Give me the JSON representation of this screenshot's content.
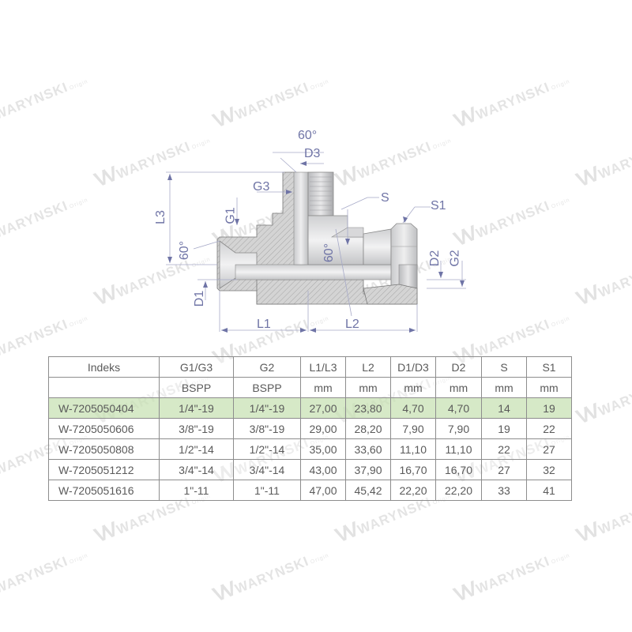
{
  "brand": {
    "watermark_text": "WARYNSKI",
    "watermark_sub": "Origin",
    "highlight_color": "#cfe5bd",
    "dimension_color": "#6f74a6"
  },
  "drawing": {
    "labels": {
      "angle_top": "60°",
      "d3": "D3",
      "g3": "G3",
      "l3": "L3",
      "g1": "G1",
      "angle_left": "60°",
      "d1": "D1",
      "angle_mid": "60°",
      "s": "S",
      "s1": "S1",
      "d2": "D2",
      "g2": "G2",
      "l1": "L1",
      "l2": "L2"
    }
  },
  "table": {
    "headers": [
      "Indeks",
      "G1/G3",
      "G2",
      "L1/L3",
      "L2",
      "D1/D3",
      "D2",
      "S",
      "S1"
    ],
    "units": [
      "",
      "BSPP",
      "BSPP",
      "mm",
      "mm",
      "mm",
      "mm",
      "mm",
      "mm"
    ],
    "highlighted_row": 0,
    "rows": [
      [
        "W-7205050404",
        "1/4\"-19",
        "1/4\"-19",
        "27,00",
        "23,80",
        "4,70",
        "4,70",
        "14",
        "19"
      ],
      [
        "W-7205050606",
        "3/8\"-19",
        "3/8\"-19",
        "29,00",
        "28,20",
        "7,90",
        "7,90",
        "19",
        "22"
      ],
      [
        "W-7205050808",
        "1/2\"-14",
        "1/2\"-14",
        "35,00",
        "33,60",
        "11,10",
        "11,10",
        "22",
        "27"
      ],
      [
        "W-7205051212",
        "3/4\"-14",
        "3/4\"-14",
        "43,00",
        "37,90",
        "16,70",
        "16,70",
        "27",
        "32"
      ],
      [
        "W-7205051616",
        "1\"-11",
        "1\"-11",
        "47,00",
        "45,42",
        "22,20",
        "22,20",
        "33",
        "41"
      ]
    ]
  }
}
